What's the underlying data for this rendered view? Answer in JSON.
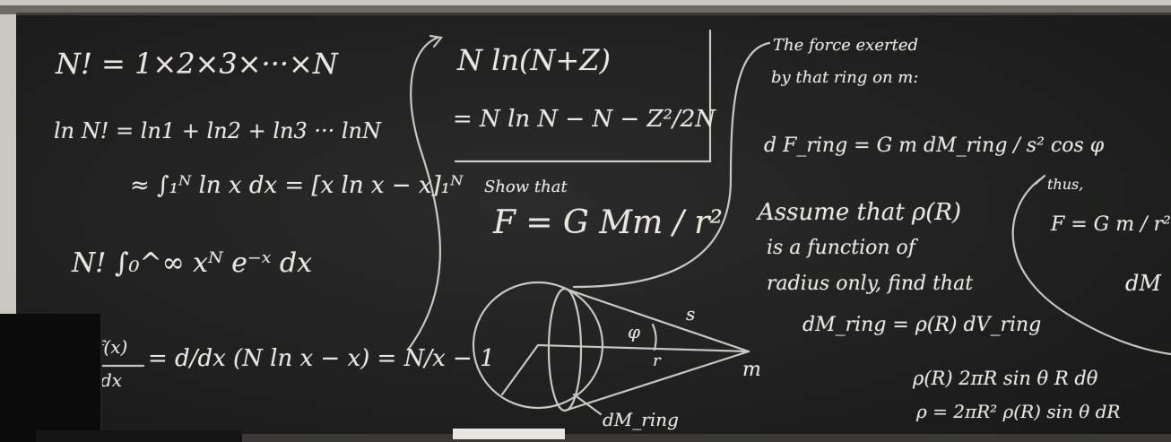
{
  "board": {
    "eq_nfact": "N! = 1×2×3×···×N",
    "eq_lnnfact": "ln N! = ln1 + ln2 + ln3 ··· lnN",
    "eq_integral": "≈ ∫₁ᴺ ln x dx = [x ln x − x]₁ᴺ",
    "eq_gamma": "N! ∫₀^∞ xᴺ e⁻ˣ dx",
    "eq_deriv_left": "f(x)",
    "eq_deriv_den": "dx",
    "eq_deriv": "= d/dx (N ln x − x) = N/x − 1",
    "eq_stirling_1": "N ln(N+Z)",
    "eq_stirling_2": "= N ln N − N − Z²/2N",
    "show_that": "Show that",
    "eq_newton": "F = G Mm / r²",
    "force_1": "The force exerted",
    "force_2": "by that ring on m:",
    "eq_dF": "d F_ring = G m dM_ring / s² cos φ",
    "assume_1": "Assume that ρ(R)",
    "assume_2": "is a function of",
    "assume_3": "radius only, find that",
    "eq_dM": "dM_ring = ρ(R) dV_ring",
    "eq_rho1": "ρ(R) 2πR sin θ R dθ",
    "eq_rho2": "ρ = 2πR² ρ(R) sin θ dR",
    "thus": "thus,",
    "eq_thus": "F = G m / r²",
    "eq_dM_cut": "dM",
    "label_s": "s",
    "label_r": "r",
    "label_phi": "φ",
    "label_m": "m",
    "label_dMring": "dM_ring"
  }
}
